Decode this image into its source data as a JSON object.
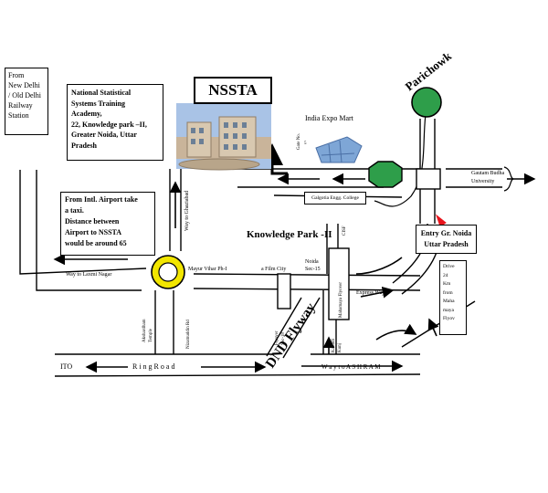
{
  "title": "NSSTA",
  "boxes": {
    "from_station": [
      "From",
      "New Delhi",
      "/ Old Delhi",
      "Railway",
      "Station"
    ],
    "academy": [
      "National Statistical",
      "Systems Training",
      "Academy,",
      "22, Knowledge park –II,",
      "Greater Noida, Uttar",
      "Pradesh"
    ],
    "airport": [
      "From Intl. Airport take",
      "a taxi.",
      "Distance between",
      "Airport to NSSTA",
      "would be around 65"
    ],
    "entry": [
      "Entry Gr. Noida",
      "Uttar Pradesh"
    ],
    "drive": [
      "Drive",
      "24",
      "Km",
      "from",
      "Maha",
      "maya",
      "Flyov"
    ],
    "galgotia": "Galgotia Engg. College"
  },
  "labels": {
    "pari_chowk": "Parichowk",
    "india_expo": "India Expo Mart",
    "gate": [
      "Gate No.",
      "5"
    ],
    "gautam": [
      "Gautam Budha",
      "University"
    ],
    "ghaziabad": "Way to Ghaziabad",
    "knowledge_park": "Knowledge  Park  -II",
    "cisf": "CISF",
    "laxmi": "Way to Laxmi Nagar",
    "mayur": "Mayur Vihar Ph-I",
    "film_city": "a Film City",
    "noida": [
      "Noida",
      "Sec-15"
    ],
    "mahamaya": "Mahamaya Flyover",
    "expressway": "Express Way",
    "akshardham": [
      "Akshardham",
      "Temple"
    ],
    "nizamuddin": "Nizamuddin Rd",
    "flyover18": [
      "Flyover",
      "Sec-18"
    ],
    "kalindi": [
      "Kalindi",
      "Kunj"
    ],
    "dnd": "DND Flyway",
    "ito": "ITO",
    "ring_road": "R i n g   R o a d",
    "ashram": "W a y   t o   A S H R A M"
  },
  "colors": {
    "pari_chowk_fill": "#2e9e4a",
    "hexagon_fill": "#2e9e4a",
    "roundabout_fill": "#f2e600",
    "marker": "#e8141c",
    "building_sky": "#7ea6d6",
    "building_wall": "#c9b49a"
  }
}
